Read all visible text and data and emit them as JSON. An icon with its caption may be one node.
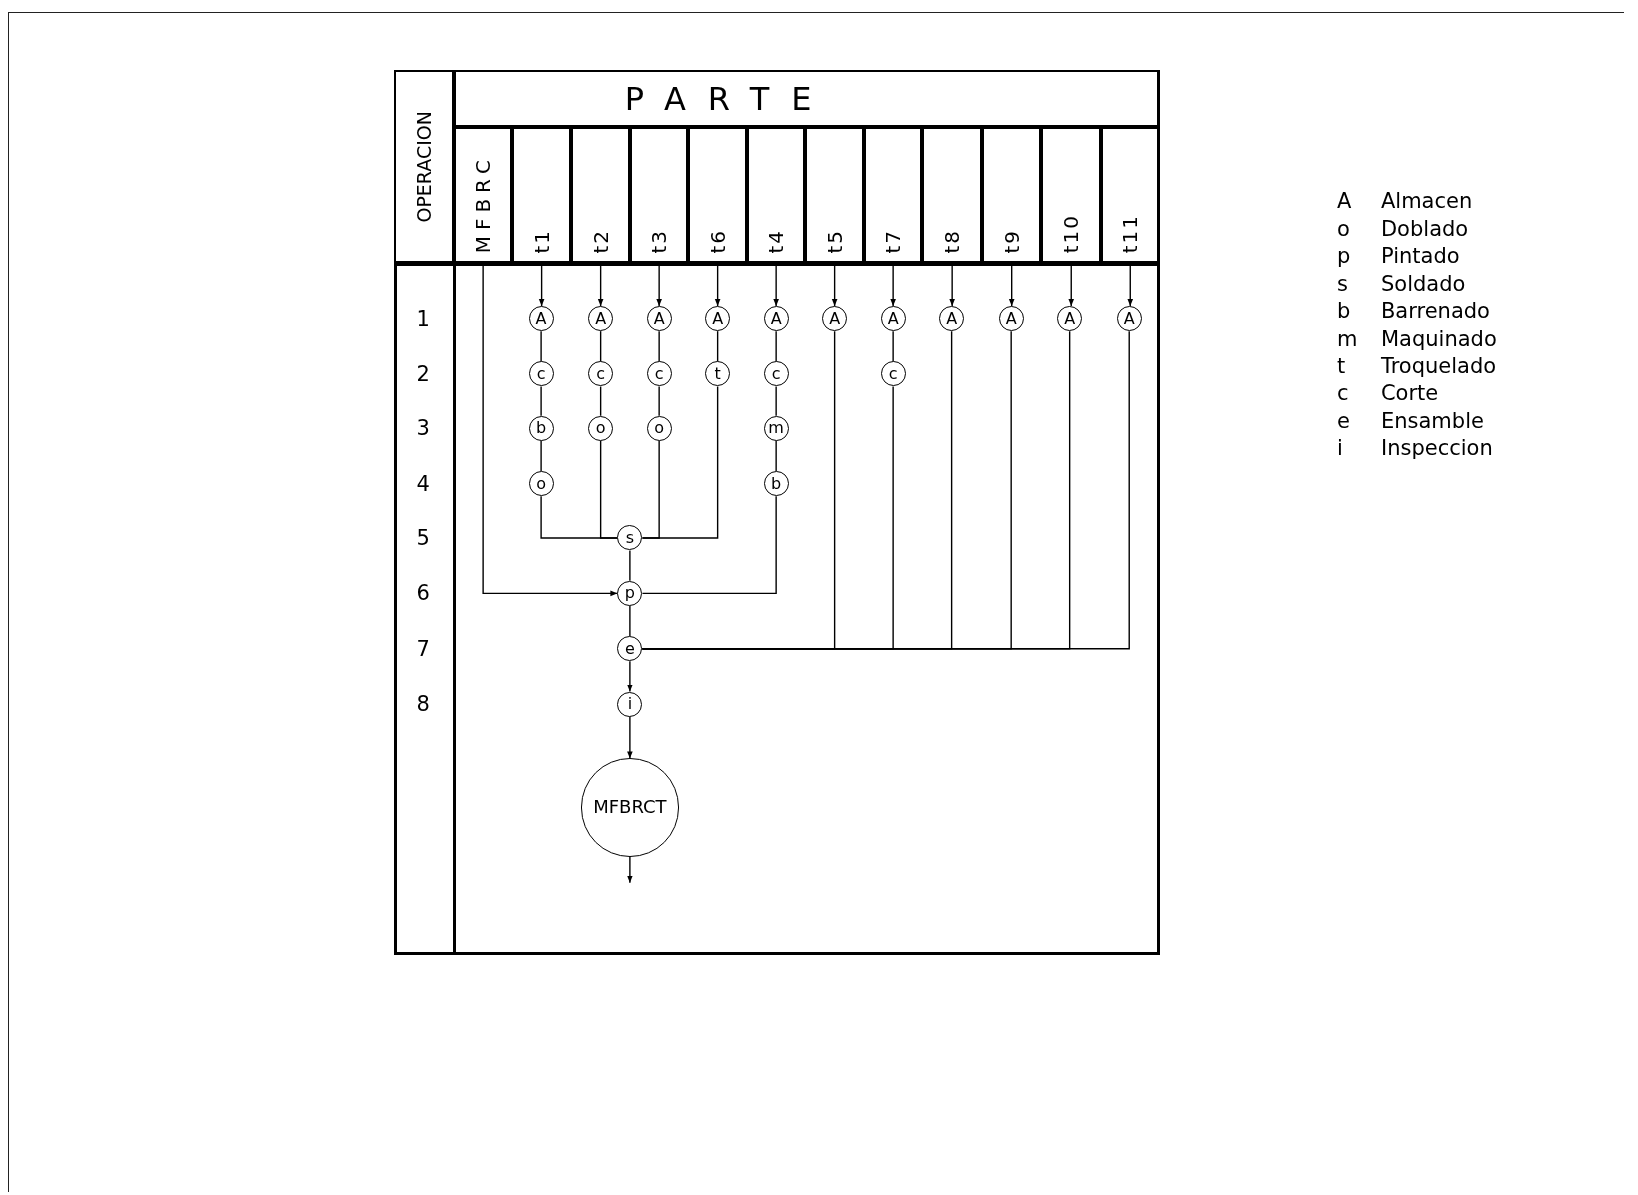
{
  "diagram": {
    "nodes": [
      {
        "text": [
          "OPERACION"
        ]
      },
      {
        "text": [
          "PARTE"
        ]
      },
      {
        "text": [
          "MFBRC"
        ]
      },
      {
        "text": [
          "t1"
        ]
      },
      {
        "text": [
          "t2"
        ]
      },
      {
        "text": [
          "t3"
        ]
      },
      {
        "text": [
          "t6"
        ]
      },
      {
        "text": [
          "t4"
        ]
      },
      {
        "text": [
          "t5"
        ]
      },
      {
        "text": [
          "t7"
        ]
      },
      {
        "text": [
          "t8"
        ]
      },
      {
        "text": [
          "t9"
        ]
      },
      {
        "text": [
          "t10"
        ]
      },
      {
        "text": [
          "t11"
        ]
      },
      {
        "text": [
          "A"
        ]
      },
      {
        "text": [
          "c"
        ]
      },
      {
        "text": [
          "b"
        ]
      },
      {
        "text": [
          "o"
        ]
      },
      {
        "text": [
          "A"
        ]
      },
      {
        "text": [
          "c"
        ]
      },
      {
        "text": [
          "o"
        ]
      },
      {
        "text": [
          "A"
        ]
      },
      {
        "text": [
          "c"
        ]
      },
      {
        "text": [
          "o"
        ]
      },
      {
        "text": [
          "A"
        ]
      },
      {
        "text": [
          "t"
        ]
      },
      {
        "text": [
          "A"
        ]
      },
      {
        "text": [
          "c"
        ]
      },
      {
        "text": [
          "m"
        ]
      },
      {
        "text": [
          "b"
        ]
      },
      {
        "text": [
          "A"
        ]
      },
      {
        "text": [
          "A"
        ]
      },
      {
        "text": [
          "c"
        ]
      },
      {
        "text": [
          "A"
        ]
      },
      {
        "text": [
          "A"
        ]
      },
      {
        "text": [
          "A"
        ]
      },
      {
        "text": [
          "A"
        ]
      },
      {
        "text": [
          "s"
        ]
      },
      {
        "text": [
          "p"
        ]
      },
      {
        "text": [
          "e"
        ]
      },
      {
        "text": [
          "i"
        ]
      },
      {
        "text": [
          "MFBRCT"
        ]
      }
    ],
    "edges": [
      {
        "from": 2,
        "to": 38,
        "arrow": "to"
      },
      {
        "from": 3,
        "to": 14,
        "arrow": "to"
      },
      {
        "from": 4,
        "to": 18,
        "arrow": "to"
      },
      {
        "from": 5,
        "to": 21,
        "arrow": "to"
      },
      {
        "from": 6,
        "to": 24,
        "arrow": "to"
      },
      {
        "from": 7,
        "to": 26,
        "arrow": "to"
      },
      {
        "from": 8,
        "to": 30,
        "arrow": "to"
      },
      {
        "from": 9,
        "to": 31,
        "arrow": "to"
      },
      {
        "from": 10,
        "to": 33,
        "arrow": "to"
      },
      {
        "from": 11,
        "to": 34,
        "arrow": "to"
      },
      {
        "from": 12,
        "to": 35,
        "arrow": "to"
      },
      {
        "from": 13,
        "to": 36,
        "arrow": "to"
      },
      {
        "from": 14,
        "to": 15,
        "arrow": "none"
      },
      {
        "from": 15,
        "to": 16,
        "arrow": "none"
      },
      {
        "from": 16,
        "to": 17,
        "arrow": "none"
      },
      {
        "from": 17,
        "to": 37,
        "arrow": "none"
      },
      {
        "from": 18,
        "to": 19,
        "arrow": "none"
      },
      {
        "from": 19,
        "to": 20,
        "arrow": "none"
      },
      {
        "from": 20,
        "to": 37,
        "arrow": "none"
      },
      {
        "from": 21,
        "to": 22,
        "arrow": "none"
      },
      {
        "from": 22,
        "to": 23,
        "arrow": "none"
      },
      {
        "from": 23,
        "to": 37,
        "arrow": "none"
      },
      {
        "from": 24,
        "to": 25,
        "arrow": "none"
      },
      {
        "from": 25,
        "to": 37,
        "arrow": "none"
      },
      {
        "from": 26,
        "to": 27,
        "arrow": "none"
      },
      {
        "from": 27,
        "to": 28,
        "arrow": "none"
      },
      {
        "from": 28,
        "to": 29,
        "arrow": "none"
      },
      {
        "from": 29,
        "to": 38,
        "arrow": "none"
      },
      {
        "from": 37,
        "to": 38,
        "arrow": "none"
      },
      {
        "from": 38,
        "to": 39,
        "arrow": "none"
      },
      {
        "from": 30,
        "to": 39,
        "arrow": "none"
      },
      {
        "from": 31,
        "to": 32,
        "arrow": "none"
      },
      {
        "from": 32,
        "to": 39,
        "arrow": "none"
      },
      {
        "from": 33,
        "to": 39,
        "arrow": "none"
      },
      {
        "from": 34,
        "to": 39,
        "arrow": "none"
      },
      {
        "from": 35,
        "to": 39,
        "arrow": "none"
      },
      {
        "from": 36,
        "to": 39,
        "arrow": "none"
      },
      {
        "from": 39,
        "to": 40,
        "arrow": "to"
      },
      {
        "from": 40,
        "to": 41,
        "arrow": "to"
      },
      {
        "from": 41,
        "to": null,
        "arrow": "to"
      }
    ],
    "labels": [
      "1",
      "2",
      "3",
      "4",
      "5",
      "6",
      "7",
      "8",
      "A",
      "Almacen",
      "o",
      "Doblado",
      "p",
      "Pintado",
      "s",
      "Soldado",
      "b",
      "Barrenado",
      "m",
      "Maquinado",
      "t",
      "Troquelado",
      "c",
      "Corte",
      "e",
      "Ensamble",
      "i",
      "Inspeccion"
    ]
  }
}
